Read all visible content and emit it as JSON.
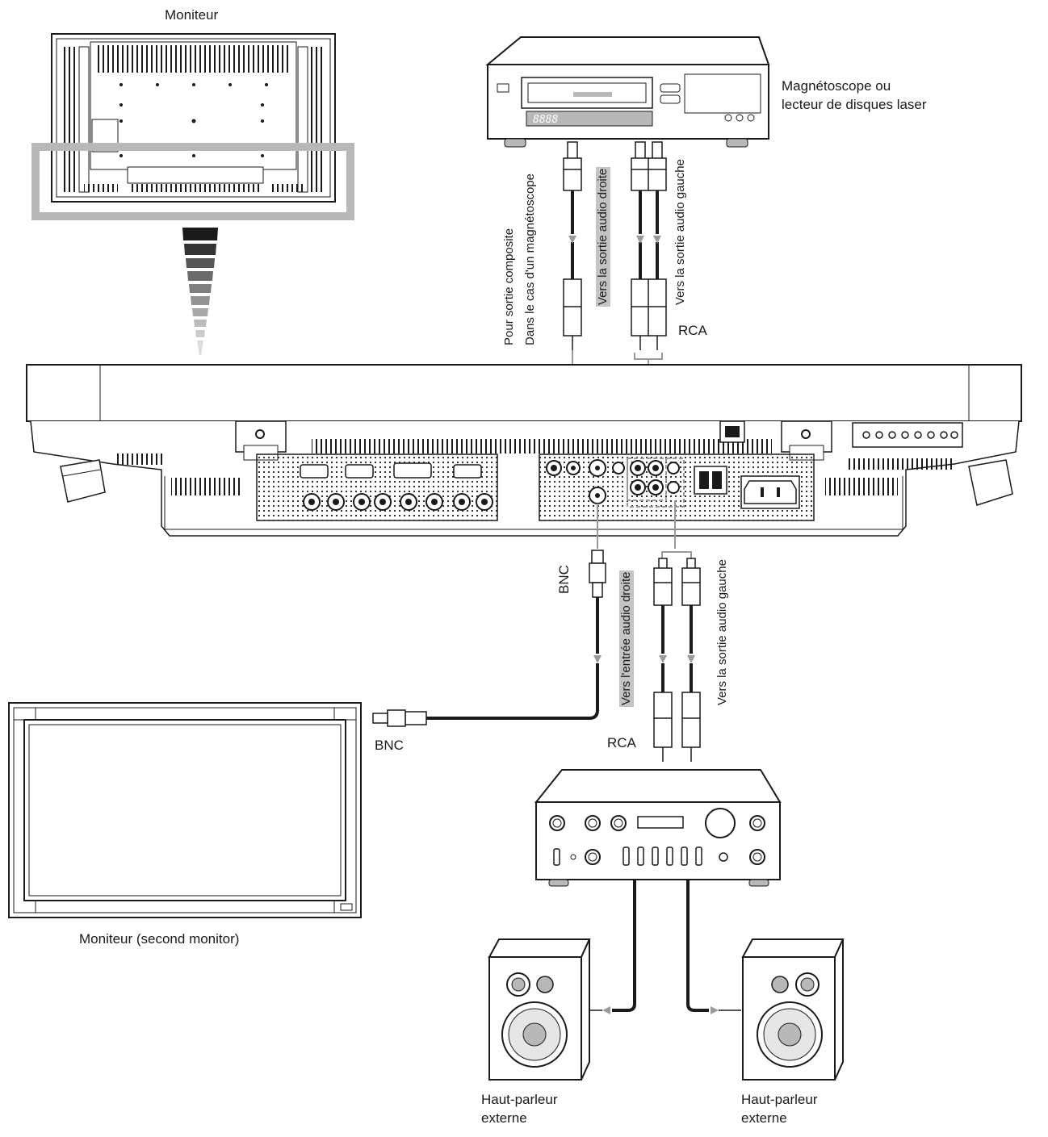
{
  "labels": {
    "monitor_top": "Moniteur",
    "vcr_line1": "Magnétoscope ou",
    "vcr_line2": "lecteur de disques laser",
    "composite_line1": "Pour sortie composite",
    "composite_line2": "Dans le cas d'un magnétoscope",
    "vcr_right_out": "Vers la sortie audio droite",
    "vcr_left_out": "Vers la sortie audio gauche",
    "rca_top": "RCA",
    "bnc_top": "BNC",
    "bnc_bottom": "BNC",
    "amp_right_in": "Vers l'entrée audio droite",
    "amp_left_out": "Vers la sortie audio gauche",
    "rca_bottom": "RCA",
    "second_monitor": "Moniteur (second monitor)",
    "speaker_left_line1": "Haut-parleur",
    "speaker_left_line2": "externe",
    "speaker_right_line1": "Haut-parleur",
    "speaker_right_line2": "externe"
  },
  "vcr_display": "8888",
  "colors": {
    "line": "#1a1a1a",
    "panel_grey": "#b8b8b8",
    "highlight_grey": "#c4c4c4",
    "cable_grey": "#9a9a9a"
  }
}
